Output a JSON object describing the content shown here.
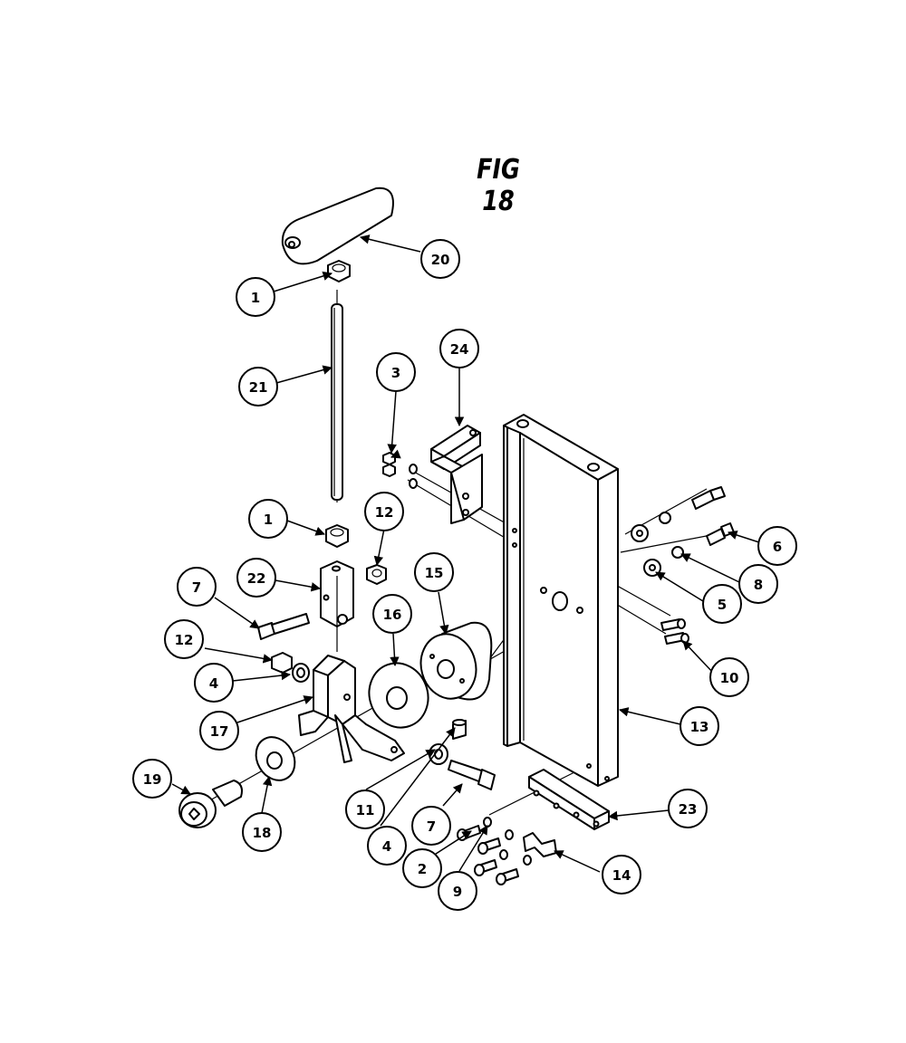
{
  "title": "FIG 18",
  "callouts": [
    {
      "label": "1"
    },
    {
      "label": "1"
    },
    {
      "label": "2"
    },
    {
      "label": "3"
    },
    {
      "label": "4"
    },
    {
      "label": "4"
    },
    {
      "label": "5"
    },
    {
      "label": "6"
    },
    {
      "label": "7"
    },
    {
      "label": "7"
    },
    {
      "label": "8"
    },
    {
      "label": "9"
    },
    {
      "label": "10"
    },
    {
      "label": "11"
    },
    {
      "label": "12"
    },
    {
      "label": "12"
    },
    {
      "label": "13"
    },
    {
      "label": "14"
    },
    {
      "label": "15"
    },
    {
      "label": "16"
    },
    {
      "label": "17"
    },
    {
      "label": "18"
    },
    {
      "label": "19"
    },
    {
      "label": "20"
    },
    {
      "label": "21"
    },
    {
      "label": "22"
    },
    {
      "label": "23"
    },
    {
      "label": "24"
    }
  ]
}
